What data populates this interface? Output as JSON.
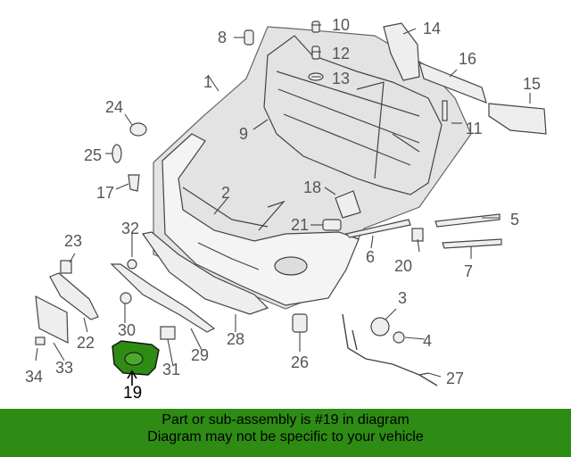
{
  "diagram": {
    "highlight_part": "19",
    "callouts": [
      "1",
      "2",
      "3",
      "4",
      "5",
      "6",
      "7",
      "8",
      "9",
      "10",
      "11",
      "12",
      "13",
      "14",
      "15",
      "16",
      "17",
      "18",
      "19",
      "20",
      "21",
      "22",
      "23",
      "24",
      "25",
      "26",
      "27",
      "28",
      "29",
      "30",
      "31",
      "32",
      "33",
      "34"
    ]
  },
  "footer": {
    "line1": "Part or sub-assembly is #19 in diagram",
    "line2": "Diagram may not be specific to your vehicle"
  },
  "colors": {
    "panel_fill": "#e3e3e3",
    "line": "#444444",
    "highlight": "#2e8b14",
    "footer_bg": "#2e8b14"
  }
}
